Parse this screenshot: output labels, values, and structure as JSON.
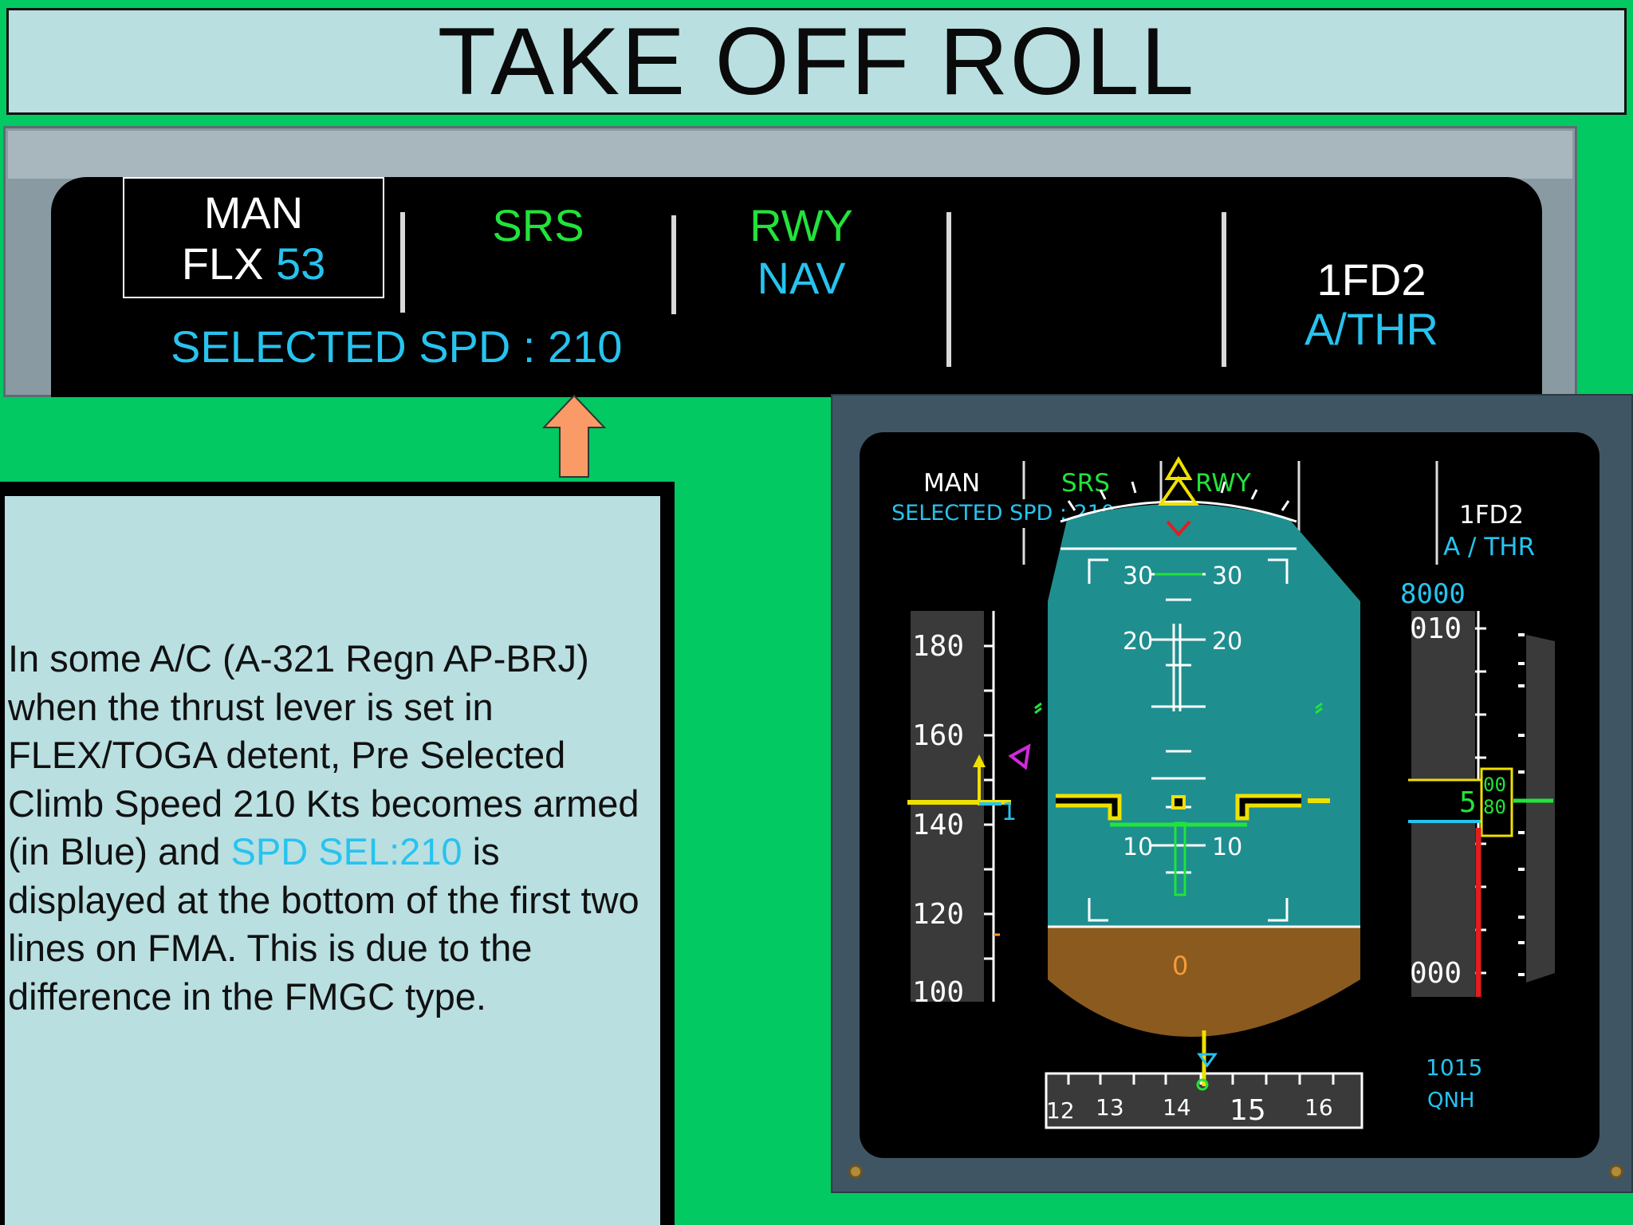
{
  "title": "TAKE OFF ROLL",
  "fma": {
    "col1_line1": "MAN",
    "col1_line2_white": "FLX",
    "col1_line2_cyan": "53",
    "col2": "SRS",
    "col3_line1": "RWY",
    "col3_line2": "NAV",
    "col5_line1": "1FD2",
    "col5_line2": "A/THR",
    "selected_speed": "SELECTED SPD : 210"
  },
  "info": {
    "text_part1": "In some A/C (A-321 Regn AP-BRJ) when the thrust lever is set in FLEX/TOGA detent, Pre Selected Climb Speed 210 Kts becomes armed (in Blue) and ",
    "text_highlight": "SPD SEL:210",
    "text_part2": " is displayed at the bottom of the first two lines on FMA. This is due to the difference in the FMGC type."
  },
  "pfd": {
    "fma_man": "MAN",
    "fma_srs": "SRS",
    "fma_rwy": "RWY",
    "fma_selected_spd": "SELECTED SPD : 210",
    "fma_fd": "1FD2",
    "fma_athr": "A / THR",
    "speed_ticks": [
      "180",
      "160",
      "140",
      "120",
      "100"
    ],
    "speed_target_marker": "1",
    "pitch_labels": [
      "30",
      "20",
      "10"
    ],
    "altitude_selected": "8000",
    "altitude_top": "010",
    "altitude_bottom": "000",
    "altitude_window_main": "5",
    "altitude_window_drum_top": "00",
    "altitude_window_drum_bottom": "80",
    "radio_alt": "0",
    "heading_labels": [
      "12",
      "13",
      "14",
      "15",
      "16"
    ],
    "baro_value": "1015",
    "baro_label": "QNH"
  },
  "colors": {
    "background": "#02c961",
    "panel": "#b9dfe1",
    "fma_green": "#22e33b",
    "fma_cyan": "#27c3ef",
    "sky": "#1f8e8f",
    "ground": "#8a5a1e",
    "arrow": "#f99a67"
  }
}
